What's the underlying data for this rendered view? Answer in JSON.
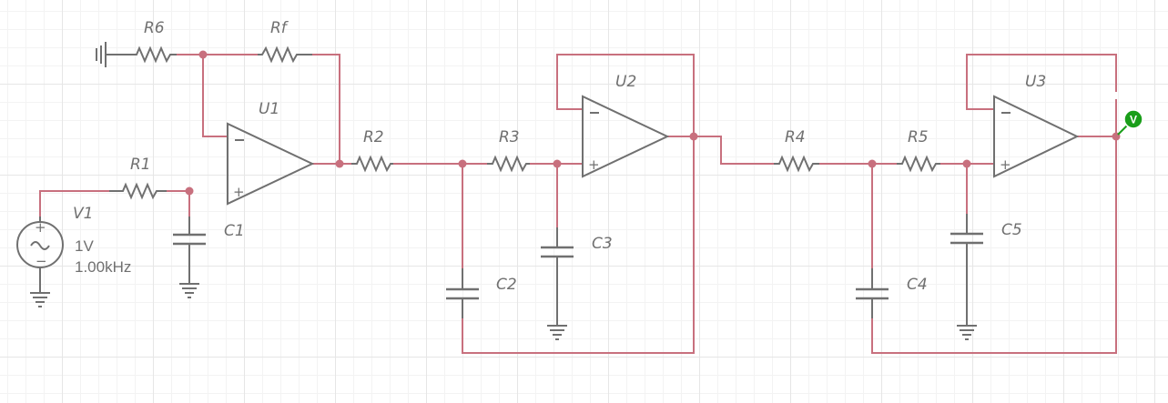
{
  "schematic": {
    "source": {
      "label": "V1",
      "amplitude": "1V",
      "frequency": "1.00kHz"
    },
    "resistors": [
      "R6",
      "Rf",
      "R1",
      "R2",
      "R3",
      "R4",
      "R5"
    ],
    "capacitors": [
      "C1",
      "C2",
      "C3",
      "C4",
      "C5"
    ],
    "opamps": [
      "U1",
      "U2",
      "U3"
    ],
    "probe": {
      "label": "V",
      "color": "#1a9e1a"
    },
    "wire_color": "#c8707e",
    "component_color": "#707070"
  }
}
